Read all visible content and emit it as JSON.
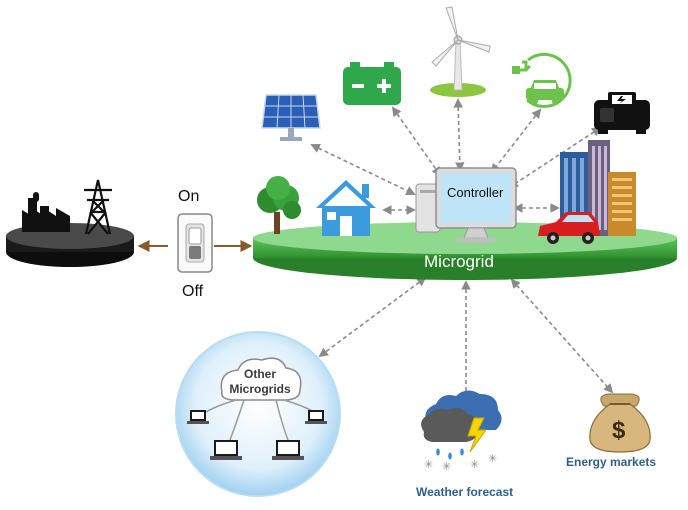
{
  "labels": {
    "switch_on": "On",
    "switch_off": "Off",
    "microgrid": "Microgrid",
    "controller": "Controller",
    "other_microgrids_line1": "Other",
    "other_microgrids_line2": "Microgrids",
    "weather_forecast": "Weather forecast",
    "energy_markets": "Energy markets",
    "dollar_sign": "$"
  },
  "icons": [
    "power-plant-icon",
    "transmission-tower-icon",
    "switch-icon",
    "tree-icon",
    "house-icon",
    "solar-panel-icon",
    "battery-icon",
    "wind-turbine-icon",
    "ev-charger-icon",
    "generator-icon",
    "buildings-icon",
    "car-icon",
    "controller-computer-icon",
    "laptop-icon",
    "cloud-icon",
    "storm-cloud-icon",
    "money-bag-icon"
  ],
  "colors": {
    "microgrid_green": "#3aa83a",
    "arrow_gray": "#8a8a8a",
    "switch_arrow": "#8b5a2b",
    "label_blue": "#2e5f8a",
    "house_blue": "#3b9bdc",
    "battery_green": "#2ea84a"
  }
}
